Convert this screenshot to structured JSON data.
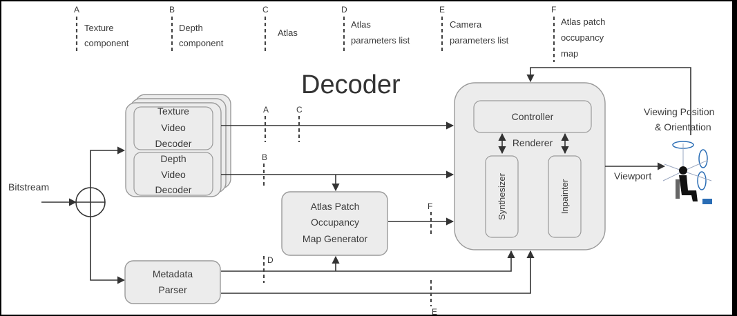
{
  "legend": {
    "items": [
      {
        "letter": "A",
        "lines": [
          "Texture",
          "component"
        ]
      },
      {
        "letter": "B",
        "lines": [
          "Depth",
          "component"
        ]
      },
      {
        "letter": "C",
        "lines": [
          "Atlas"
        ]
      },
      {
        "letter": "D",
        "lines": [
          "Atlas",
          "parameters list"
        ]
      },
      {
        "letter": "E",
        "lines": [
          "Camera",
          "parameters list"
        ]
      },
      {
        "letter": "F",
        "lines": [
          "Atlas patch",
          "occupancy",
          "map"
        ]
      }
    ]
  },
  "diagram": {
    "title": "Decoder",
    "bitstream_label": "Bitstream",
    "texture_decoder": [
      "Texture",
      "Video",
      "Decoder"
    ],
    "depth_decoder": [
      "Depth",
      "Video",
      "Decoder"
    ],
    "occupancy_generator": [
      "Atlas Patch",
      "Occupancy",
      "Map Generator"
    ],
    "metadata_parser": [
      "Metadata",
      "Parser"
    ],
    "controller_label": "Controller",
    "renderer_label": "Renderer",
    "synthesizer_label": "Synthesizer",
    "inpainter_label": "Inpainter",
    "viewport_label": "Viewport",
    "viewing_position": [
      "Viewing Position",
      "& Orientation"
    ],
    "markers": {
      "a": "A",
      "b": "B",
      "c": "C",
      "d": "D",
      "e": "E",
      "f": "F"
    }
  },
  "colors": {
    "background": "#000000",
    "panel": "#ffffff",
    "box_fill": "#ececec",
    "box_stroke": "#9a9a9a",
    "line": "#333333",
    "viewer_blue": "#2a6db5"
  }
}
